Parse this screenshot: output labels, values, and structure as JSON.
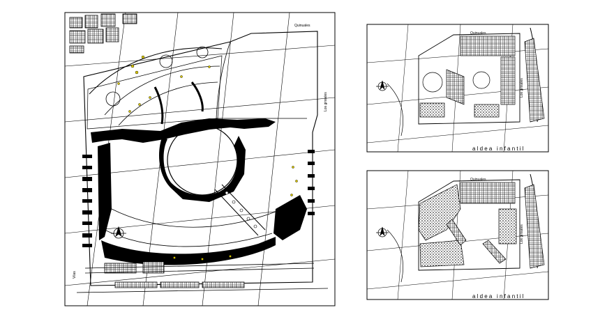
{
  "drawing": {
    "background": "#ffffff",
    "ink": "#000000",
    "accent_dots": "#d6c400"
  },
  "main_plan": {
    "street_top": "Quinuales",
    "street_right": "Los ginsales",
    "street_bottom_left": "Vilas"
  },
  "plan_a": {
    "street_top": "Quinuales",
    "street_right": "Los ginsales",
    "caption": "aldea infantil"
  },
  "plan_b": {
    "street_top": "Quinuales",
    "street_right": "Los ginsales",
    "caption": "aldea infantil"
  },
  "icons": {
    "north_arrow": "north-arrow-icon"
  }
}
